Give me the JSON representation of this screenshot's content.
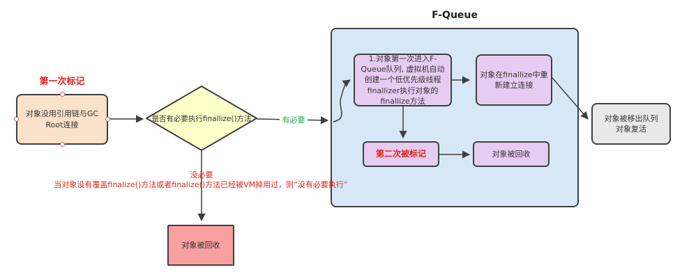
{
  "diagram": {
    "title": "F-Queue",
    "labels": {
      "first_mark": "第一次标记",
      "yes": "有必要",
      "no": "没必要",
      "no_note": "当对象没有覆盖finalize()方法或者finalize()方法已经被VM掉用过，则“没有必要执行”"
    },
    "nodes": {
      "gc_root": "对象没用引用链与GC Root连接",
      "decision": "是否有必要执行finallize()方法",
      "recycled_outside": "对象被回收",
      "enter_queue": "1.对象第一次进入F-Queue队列, 虚拟机自动创建一个低优先级线程finallizer执行对象的finallize方法",
      "reconnect": "对象在finallize中重新建立连接",
      "second_mark": "第二次被标记",
      "recycled_in_queue": "对象被回收",
      "revived": "对象被移出队列\n对象复活"
    },
    "colors": {
      "stroke": "#3F3F3F",
      "queue_fill": "#D6E8F8",
      "gc_root_fill": "#FAE1C9",
      "decision_fill": "#FEFFC9",
      "recycled_fill": "#F89F9F",
      "purple_fill": "#E7CCF2",
      "revived_fill": "#E9E9E9",
      "mark_red": "#E2231A",
      "yes_green": "#2FA45B"
    }
  }
}
